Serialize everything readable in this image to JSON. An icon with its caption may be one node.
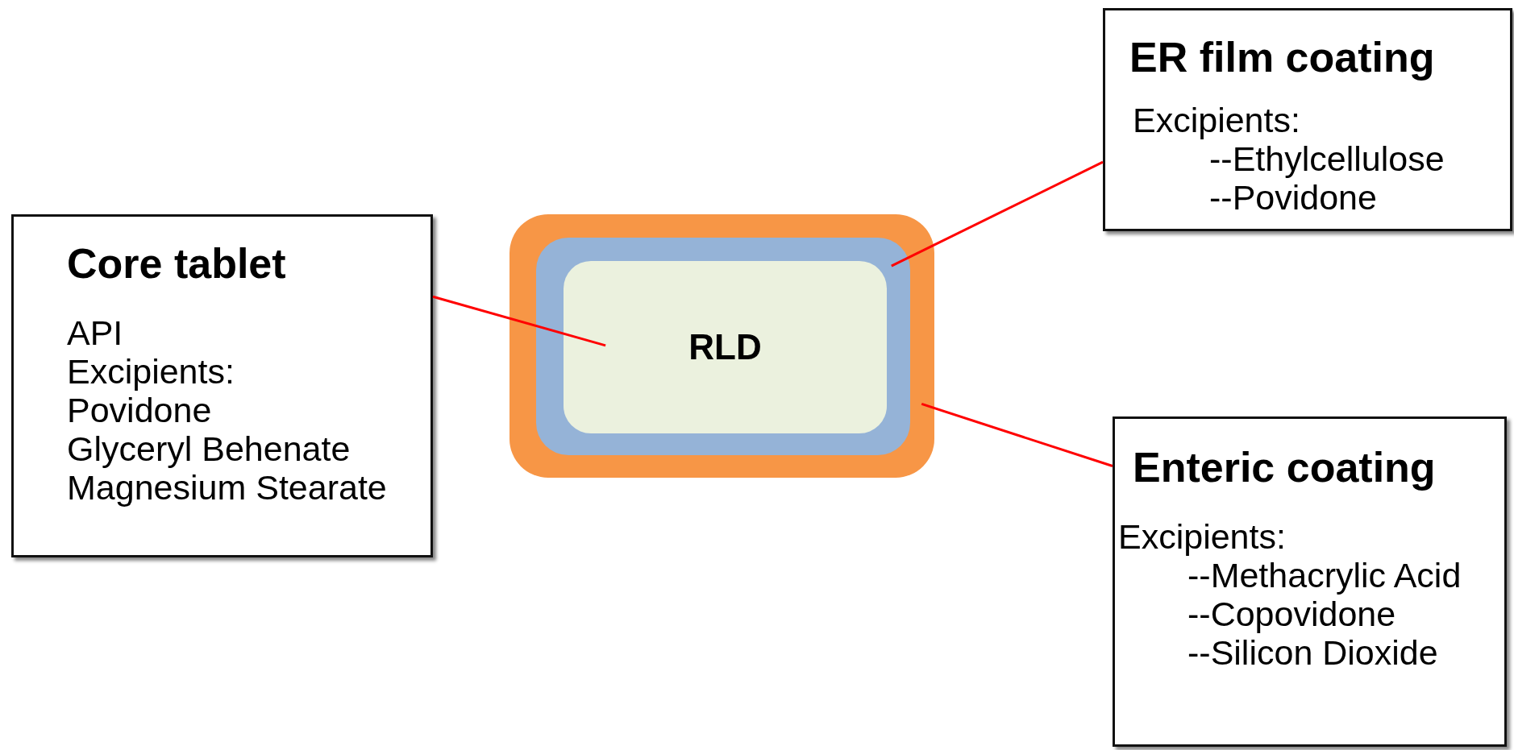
{
  "diagram": {
    "nodes": [
      {
        "text": [
          "Core tablet",
          "API",
          "Excipients:",
          "Povidone",
          "Glyceryl Behenate",
          "Magnesium Stearate"
        ]
      },
      {
        "text": [],
        "shape": "box"
      },
      {
        "text": [],
        "shape": "box",
        "in": 1
      },
      {
        "text": [
          "RLD"
        ],
        "in": 2
      },
      {
        "text": [
          "ER film coating",
          "Excipients:",
          "--Ethylcellulose",
          "--Povidone"
        ]
      },
      {
        "text": [
          "Enteric coating",
          "Excipients:",
          "--Methacrylic Acid",
          "--Copovidone",
          "--Silicon Dioxide"
        ]
      }
    ],
    "edges": [
      {
        "from": 0,
        "to": 3,
        "arrow": "none"
      },
      {
        "from": 4,
        "to": 2,
        "arrow": "none"
      },
      {
        "from": 5,
        "to": 1,
        "arrow": "none"
      }
    ]
  }
}
